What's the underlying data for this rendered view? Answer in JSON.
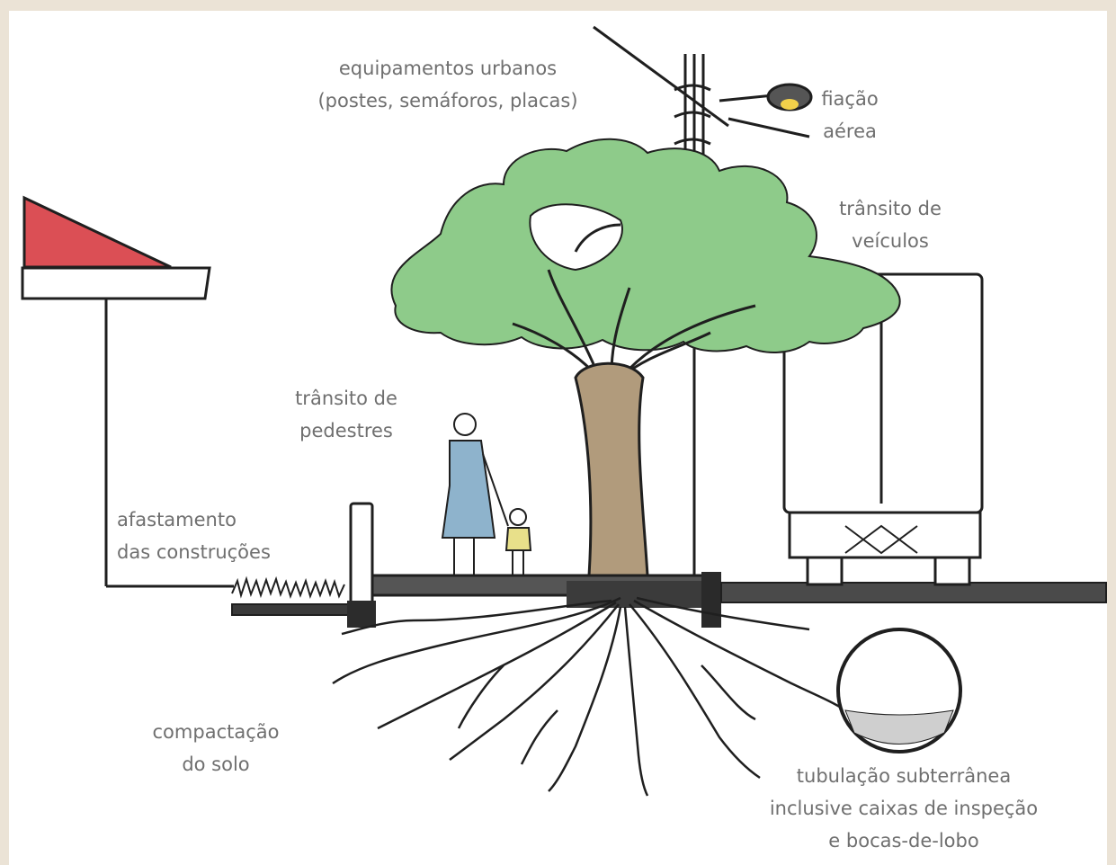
{
  "labels": {
    "equipamentos": [
      "equipamentos urbanos",
      "(postes, semáforos, placas)"
    ],
    "fiacao": [
      "fiação",
      "aérea"
    ],
    "transito_veiculos": [
      "trânsito de",
      "veículos"
    ],
    "transito_pedestres": [
      "trânsito de",
      "pedestres"
    ],
    "afastamento": [
      "afastamento",
      "das construções"
    ],
    "compactacao": [
      "compactação",
      "do solo"
    ],
    "tubulacao": [
      "tubulação subterrânea",
      "inclusive caixas de inspeção",
      "e bocas-de-lobo"
    ]
  },
  "colors": {
    "canopy": "#8ecb8a",
    "trunk": "#b19b7c",
    "roof": "#db4f55",
    "dress": "#8eb3cc",
    "lamp": "#f2d14a",
    "child_shirt": "#e8e08a",
    "ink": "#1f1f1f",
    "label_text": "#6f6f6f"
  }
}
